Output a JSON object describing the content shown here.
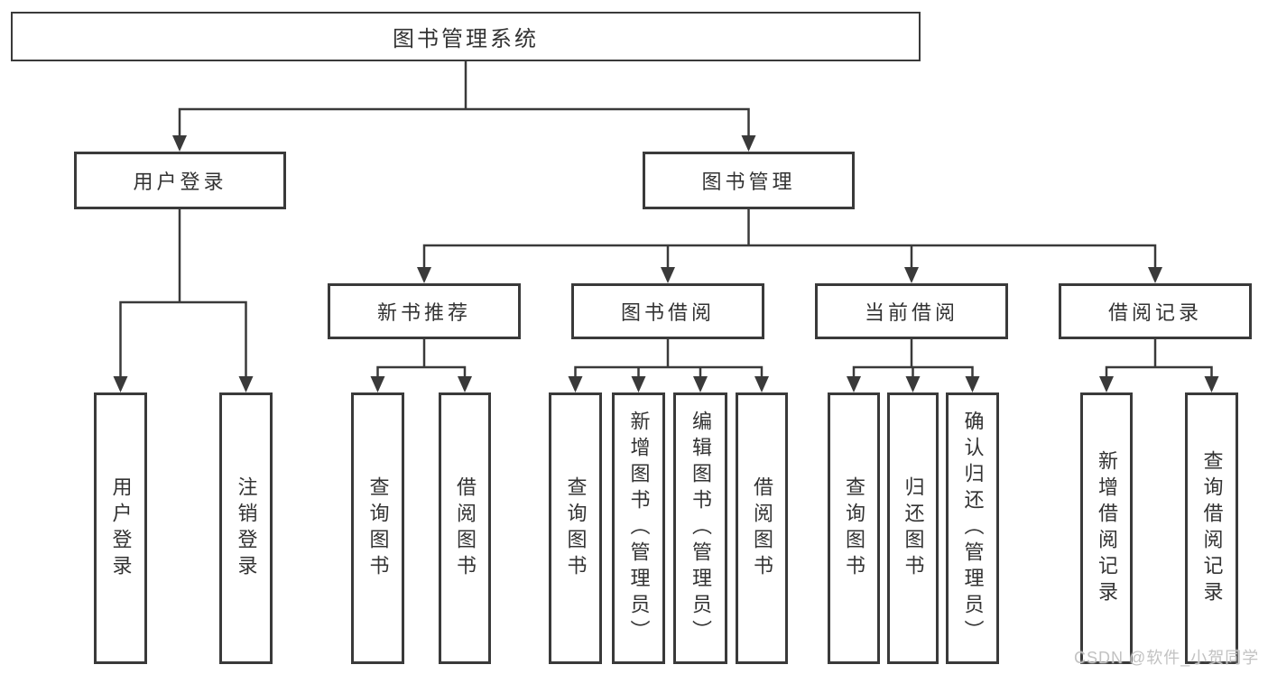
{
  "diagram": {
    "root": "图书管理系统",
    "level2": [
      "用户登录",
      "图书管理"
    ],
    "level3": [
      "新书推荐",
      "图书借阅",
      "当前借阅",
      "借阅记录"
    ],
    "leaves": {
      "user_login": [
        "用户登录",
        "注销登录"
      ],
      "new_book_recommend": [
        "查询图书",
        "借阅图书"
      ],
      "book_borrow": [
        "查询图书",
        "新增图书（管理员）",
        "编辑图书（管理员）",
        "借阅图书"
      ],
      "current_borrow": [
        "查询图书",
        "归还图书",
        "确认归还（管理员）"
      ],
      "borrow_records": [
        "新增借阅记录",
        "查询借阅记录"
      ]
    },
    "watermark": "CSDN @软件_小贺同学",
    "colors": {
      "line": "#3a3a3a",
      "text": "#333333",
      "watermark": "#c2c2c2",
      "background": "#ffffff"
    }
  }
}
